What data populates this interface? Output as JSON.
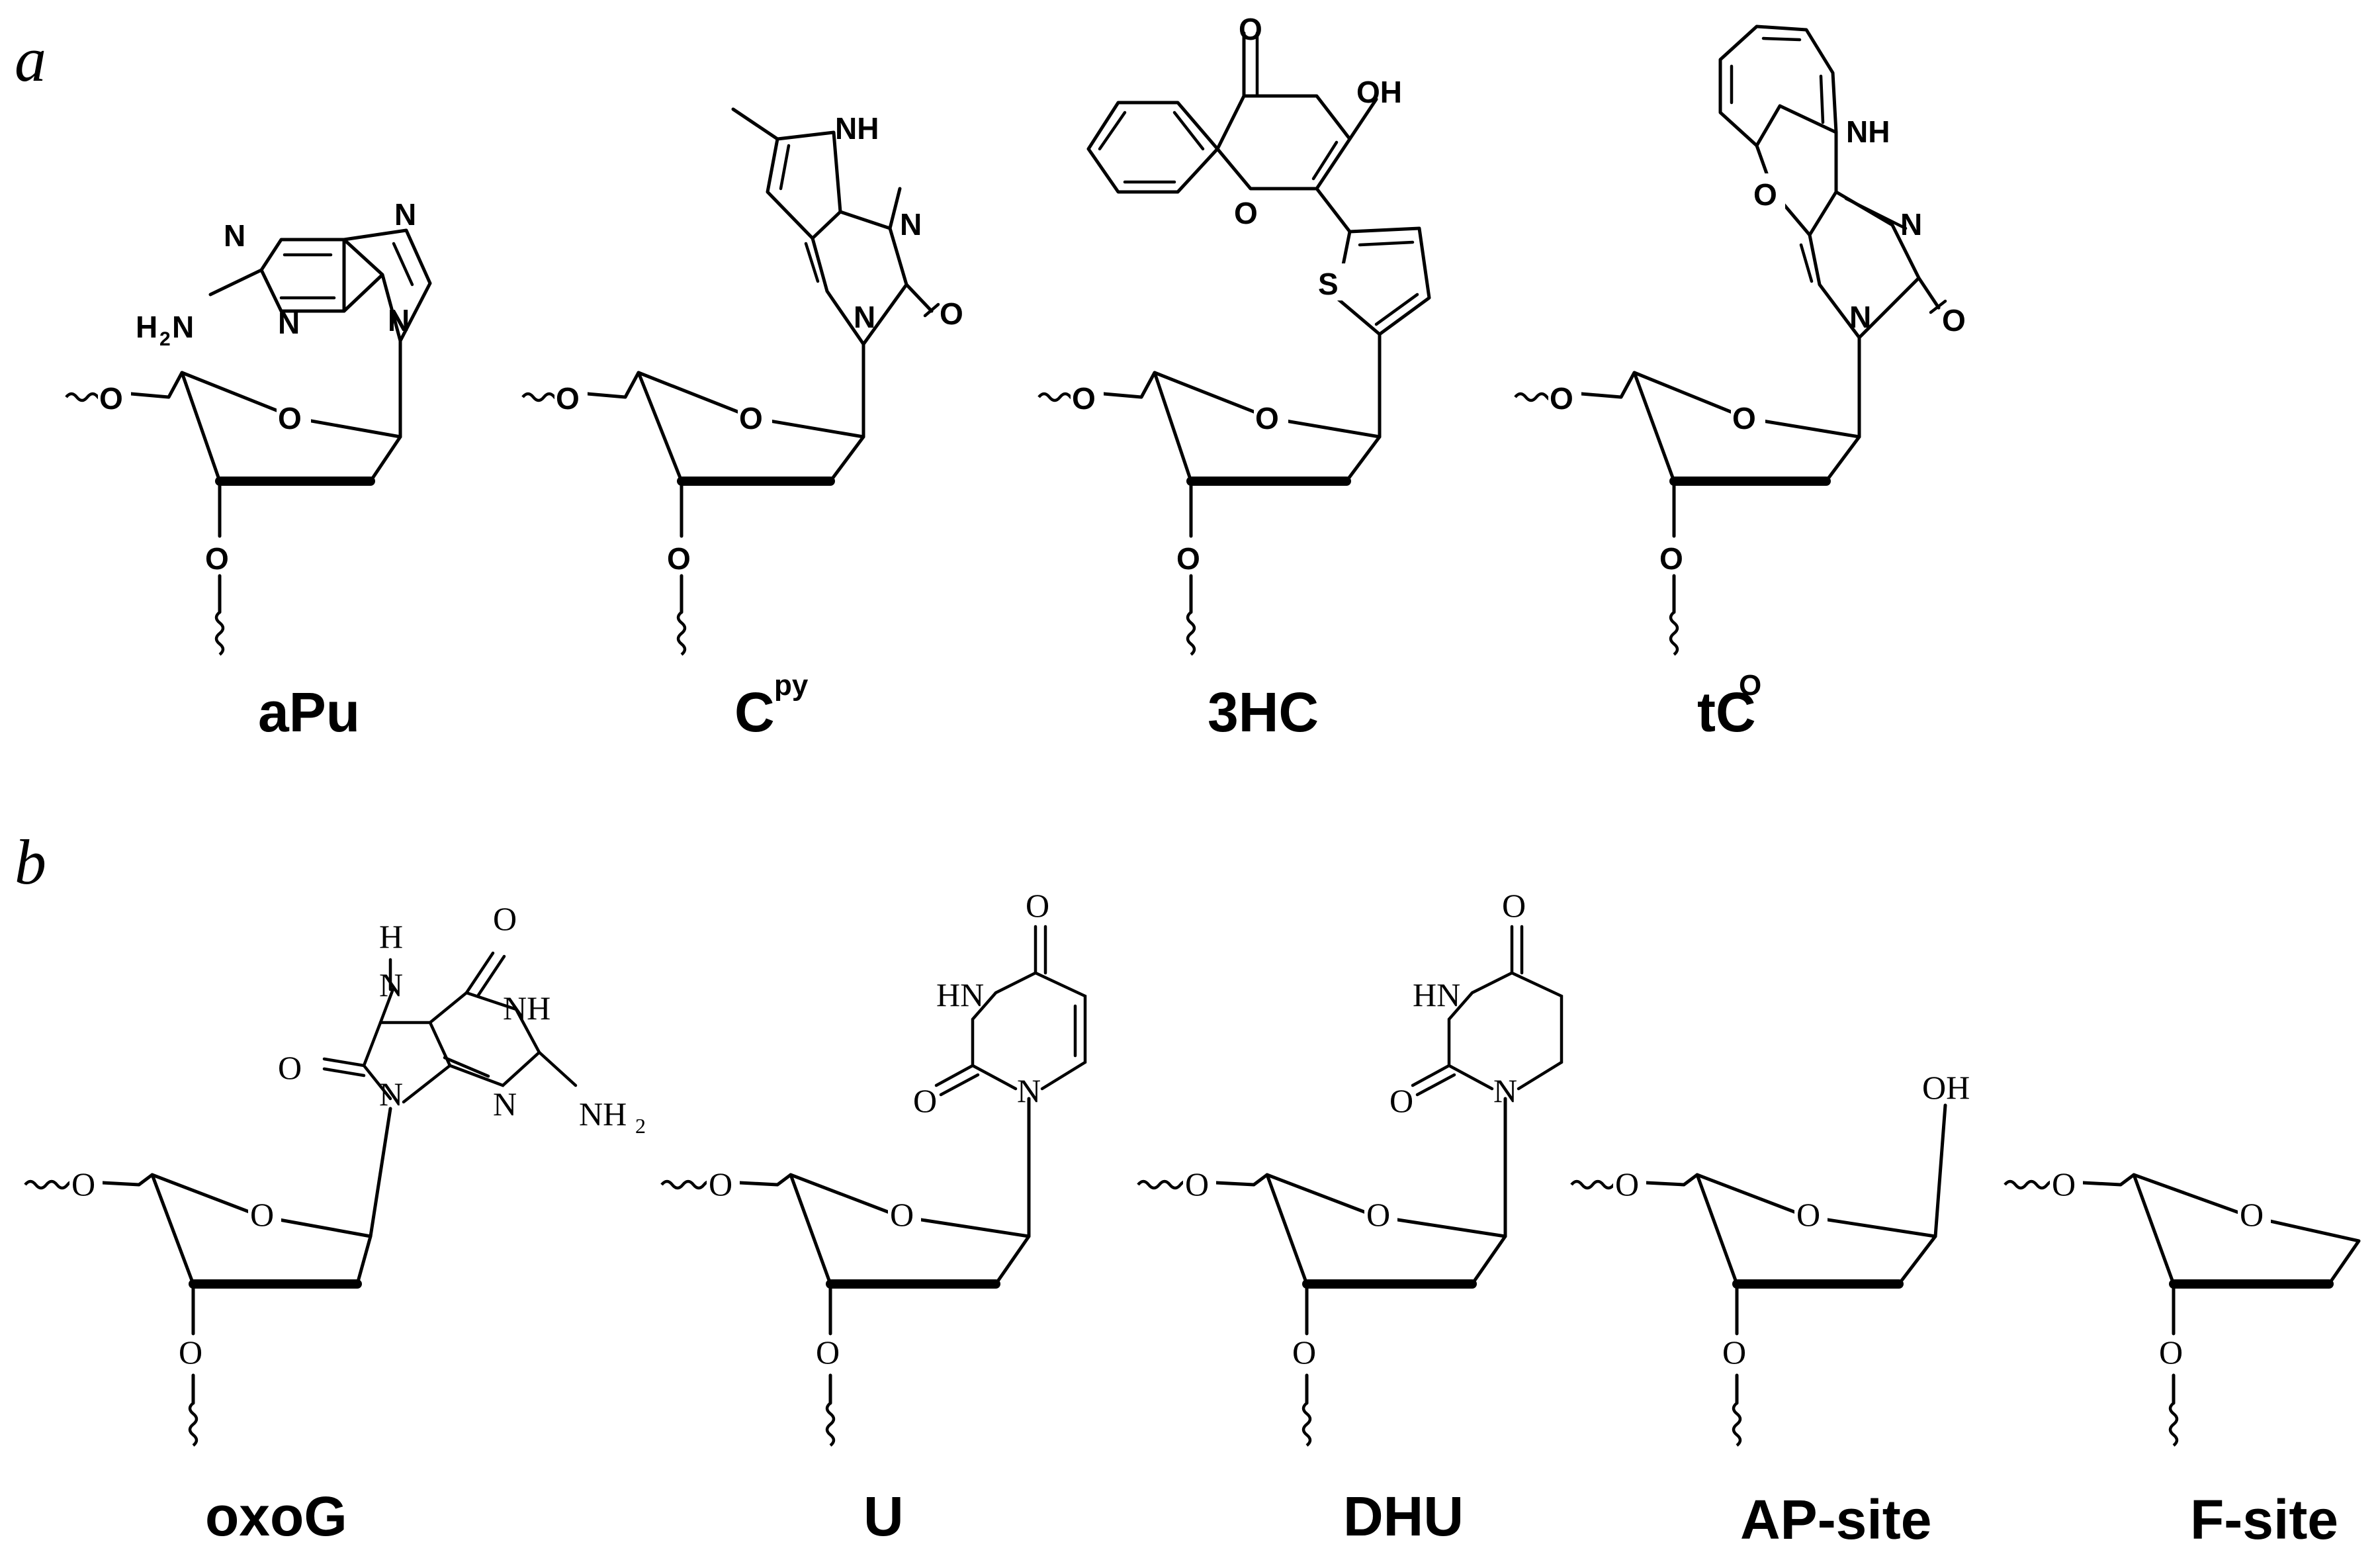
{
  "panels": {
    "a": "a",
    "b": "b"
  },
  "compounds": {
    "apu": {
      "name": "aPu",
      "atoms": {
        "n1": "N",
        "n3": "N",
        "n7": "N",
        "n9": "N",
        "amine": "H",
        "amine_sub": "2",
        "amine_n": "N",
        "o_ring": "O",
        "o5": "O",
        "o3": "O"
      }
    },
    "cpy": {
      "name": "C",
      "sup": "py",
      "atoms": {
        "nh": "NH",
        "n3": "N",
        "n1": "N",
        "o_carbonyl": "O",
        "o_ring": "O",
        "o5": "O",
        "o3": "O"
      }
    },
    "hc3": {
      "name": "3HC",
      "atoms": {
        "o_keto": "O",
        "oh": "OH",
        "o_chromone": "O",
        "s": "S",
        "o_ring": "O",
        "o5": "O",
        "o3": "O"
      }
    },
    "tco": {
      "name": "tC",
      "sup": "O",
      "atoms": {
        "nh": "NH",
        "o_oxazine": "O",
        "n3": "N",
        "n1": "N",
        "o_carbonyl": "O",
        "o_ring": "O",
        "o5": "O",
        "o3": "O"
      }
    },
    "oxog": {
      "name": "oxoG",
      "atoms": {
        "h": "H",
        "n7": "N",
        "o6": "O",
        "nh1": "NH",
        "o8": "O",
        "n9": "N",
        "n3": "N",
        "amine_n": "NH",
        "amine_sub": "2",
        "o_ring": "O",
        "o5": "O",
        "o3": "O"
      }
    },
    "u": {
      "name": "U",
      "atoms": {
        "o4": "O",
        "hn3": "HN",
        "o2": "O",
        "n1": "N",
        "o_ring": "O",
        "o5": "O",
        "o3": "O"
      }
    },
    "dhu": {
      "name": "DHU",
      "atoms": {
        "o4": "O",
        "hn3": "HN",
        "o2": "O",
        "n1": "N",
        "o_ring": "O",
        "o5": "O",
        "o3": "O"
      }
    },
    "ap": {
      "name": "AP-site",
      "atoms": {
        "oh": "OH",
        "o_ring": "O",
        "o5": "O",
        "o3": "O"
      }
    },
    "f": {
      "name": "F-site",
      "atoms": {
        "o_ring": "O",
        "o5": "O",
        "o3": "O"
      }
    }
  }
}
